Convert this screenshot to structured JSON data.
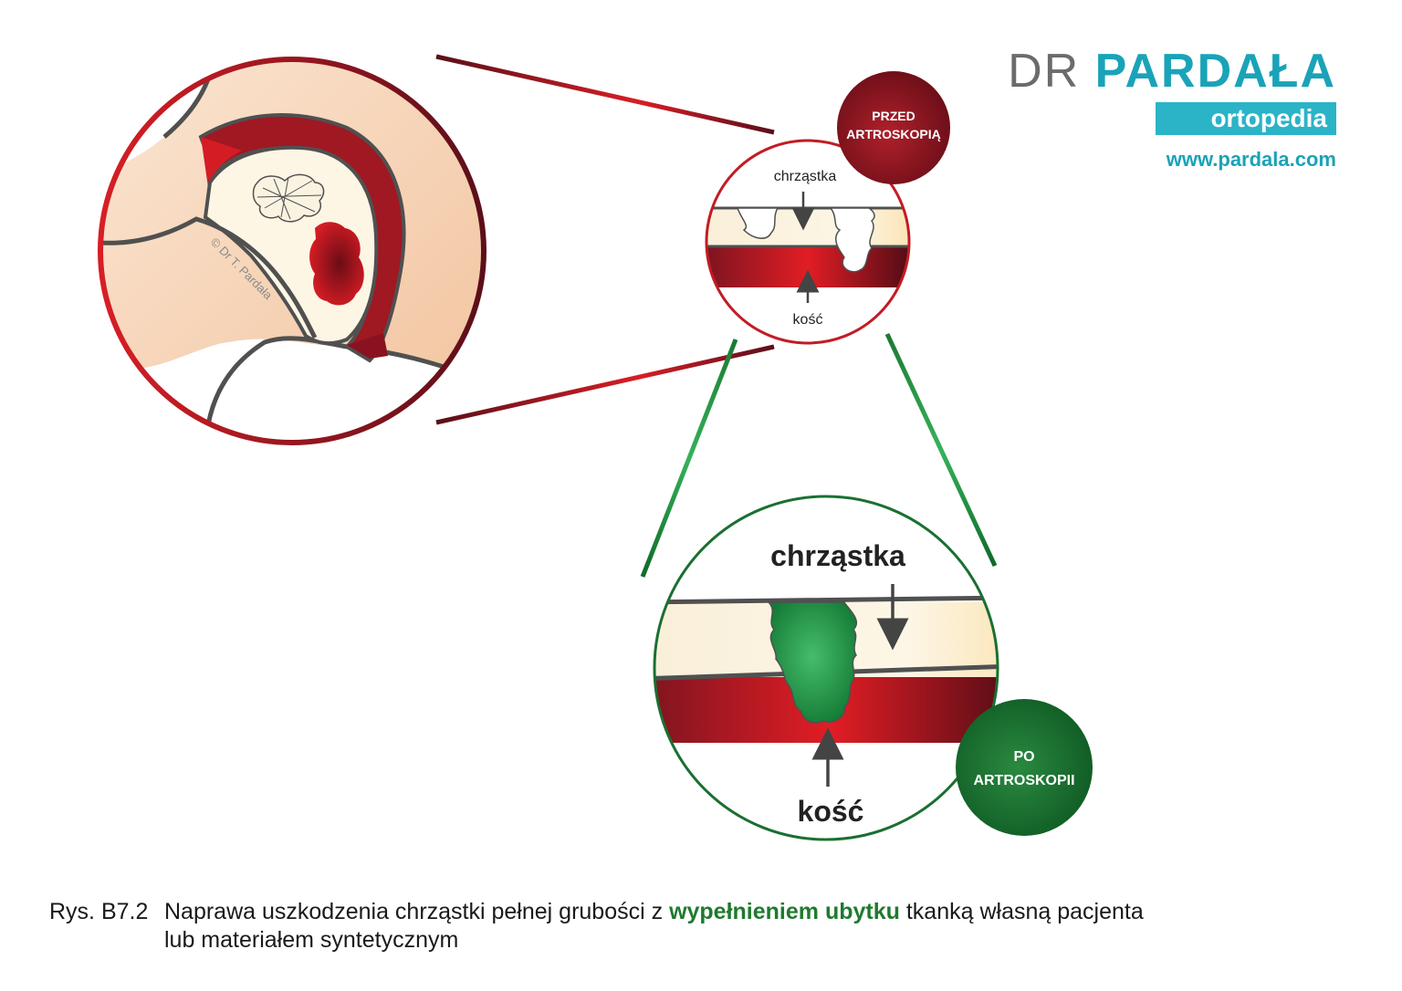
{
  "logo": {
    "name_light": "DR ",
    "name_bold": "PARDAŁA",
    "subtitle": "ortopedia",
    "url": "www.pardala.com"
  },
  "badges": {
    "before_line1": "PRZED",
    "before_line2": "ARTROSKOPIĄ",
    "after_line1": "PO",
    "after_line2": "ARTROSKOPII"
  },
  "labels": {
    "cartilage": "chrząstka",
    "bone": "kość",
    "copyright": "© Dr T. Pardała"
  },
  "caption": {
    "number": "Rys. B7.2",
    "text_before": "Naprawa uszkodzenia chrząstki pełnej grubości z ",
    "text_highlight": "wypełnieniem ubytku",
    "text_after": " tkanką własną pacjenta",
    "line2": "lub materiałem syntetycznym"
  },
  "colors": {
    "red_dark": "#5a0f1a",
    "red": "#d81e25",
    "green_dark": "#0f6a2a",
    "green": "#2fa74f",
    "cartilage": "#fbf1dc",
    "skin": "#f6d2b4",
    "outline": "#505050"
  }
}
